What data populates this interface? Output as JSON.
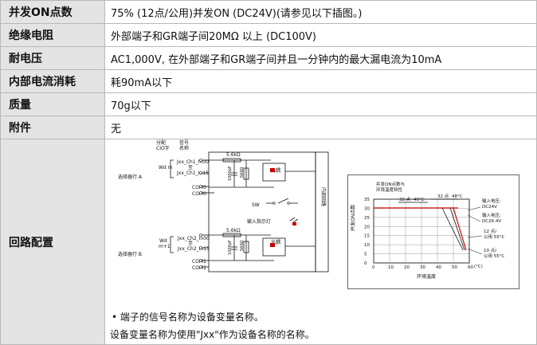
{
  "rows": [
    {
      "label": "并发ON点数",
      "value": "75% (12点/公用)并发ON (DC24V)(请参见以下插图。)"
    },
    {
      "label": "绝缘电阻",
      "value": "外部端子和GR端子间20MΩ 以上 (DC100V)"
    },
    {
      "label": "耐电压",
      "value": "AC1,000V, 在外部端子和GR端子间并且一分钟内的最大漏电流为10mA"
    },
    {
      "label": "内部电流消耗",
      "value": "耗90mA以下"
    },
    {
      "label": "质量",
      "value": "70g以下"
    },
    {
      "label": "附件",
      "value": "无"
    }
  ],
  "circuit": {
    "label": "回路配置",
    "diagram": {
      "head_alloc": "分配",
      "head_cio": "CIO字",
      "head_sig1": "信号",
      "head_sig2": "名称",
      "wd_m": "Wd m",
      "wd_m1a": "Wd",
      "wd_m1b": "m+1",
      "sel_a": "选择器行 A",
      "sel_b": "选择器行 B",
      "sig_a1": "Jxx_Ch1_In00",
      "sig_to": "至",
      "sig_a2": "Jxx_Ch1_In15",
      "sig_b1": "Jxx_Ch2_In00",
      "sig_b2": "Jxx_Ch2_In15",
      "com0": "COM0",
      "com1": "COM1",
      "res": "5.6kΩ",
      "cap": "1000pF",
      "res2": "560Ω",
      "opto": "光耦",
      "sw": "SW",
      "led": "输入指示灯",
      "internal": "内部回路"
    },
    "graph": {
      "title1": "并发ON点数与",
      "title2": "环境温度特性",
      "ylabel": "并发ON点数",
      "xlabel": "环境温度",
      "xunit": "(°C)",
      "yticks": [
        "35",
        "30",
        "25",
        "20",
        "15",
        "10",
        "5",
        "0"
      ],
      "xticks": [
        "0",
        "10",
        "20",
        "30",
        "40",
        "50",
        "60"
      ],
      "ann_32_40": "32 点",
      "ann_40c": "40°C",
      "ann_32_48": "32 点",
      "ann_48c": "48°C",
      "lg1a": "输入电压:",
      "lg1b": "DC24V",
      "lg2a": "输入电压:",
      "lg2b": "DC26.4V",
      "lg3a": "12 点/",
      "lg3b": "公用 55°C",
      "lg4a": "10 点/",
      "lg4b": "公用 55°C"
    },
    "note1": "• 端子的信号名称为设备变量名称。",
    "note2": "设备变量名称为使用\"Jxx\"作为设备名称的名称。"
  }
}
